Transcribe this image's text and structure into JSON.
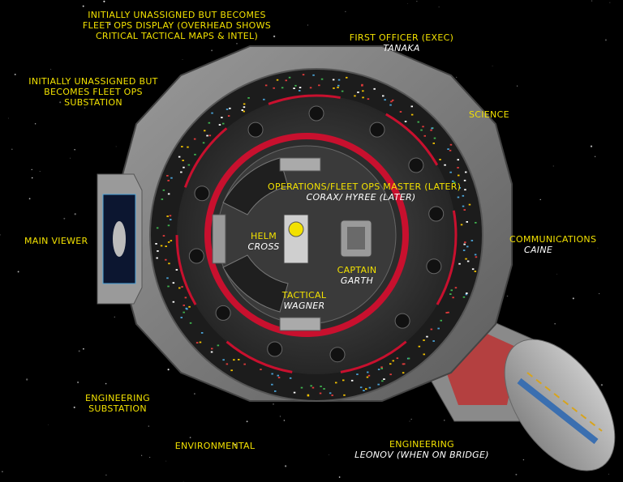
{
  "colors": {
    "label": "#f2e100",
    "name": "#ffffff",
    "accent_red": "#c8102e",
    "space": "#000000"
  },
  "labels": {
    "fleet_ops_display": {
      "title": [
        "INITIALLY UNASSIGNED BUT BECOMES",
        "FLEET OPS DISPLAY (OVERHEAD SHOWS",
        "CRITICAL TACTICAL MAPS & INTEL)"
      ]
    },
    "fleet_ops_substation": {
      "title": [
        "INITIALLY UNASSIGNED BUT",
        "BECOMES FLEET OPS",
        "SUBSTATION"
      ]
    },
    "first_officer": {
      "title": "FIRST OFFICER (EXEC)",
      "name": "TANAKA"
    },
    "science": {
      "title": "SCIENCE"
    },
    "main_viewer": {
      "title": "MAIN VIEWER"
    },
    "operations": {
      "title": "OPERATIONS/FLEET OPS MASTER (LATER)",
      "name": "CORAX/ HYREE (LATER)"
    },
    "helm": {
      "title": "HELM",
      "name": "CROSS"
    },
    "captain": {
      "title": "CAPTAIN",
      "name": "GARTH"
    },
    "tactical": {
      "title": "TACTICAL",
      "name": "WAGNER"
    },
    "communications": {
      "title": "COMMUNICATIONS",
      "name": "CAINE"
    },
    "engineering_substation": {
      "title": [
        "ENGINEERING",
        "SUBSTATION"
      ]
    },
    "environmental": {
      "title": "ENVIRONMENTAL"
    },
    "engineering": {
      "title": "ENGINEERING",
      "name": "LEONOV (WHEN ON BRIDGE)"
    }
  }
}
